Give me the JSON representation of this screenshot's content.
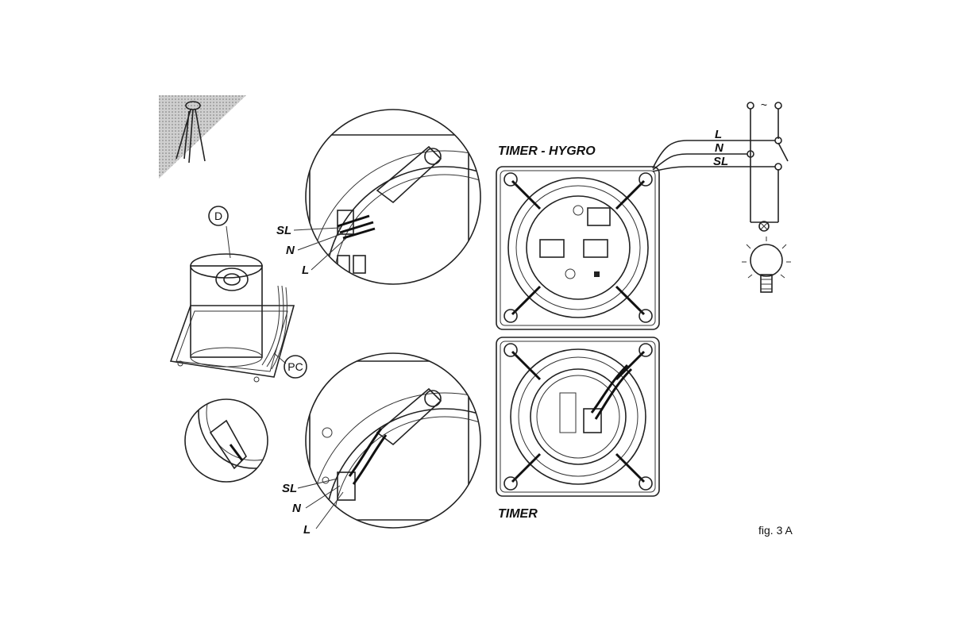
{
  "figure": {
    "caption": "fig. 3 A",
    "part_labels": {
      "duct": "D",
      "cable": "PC"
    },
    "top_detail": {
      "labels": [
        "SL",
        "N",
        "L"
      ]
    },
    "bottom_detail": {
      "labels": [
        "SL",
        "N",
        "L"
      ]
    },
    "panel_top_title": "TIMER - HYGRO",
    "panel_bottom_title": "TIMER",
    "wiring": {
      "supply_symbol": "~",
      "lines": [
        "L",
        "N",
        "SL"
      ]
    }
  }
}
